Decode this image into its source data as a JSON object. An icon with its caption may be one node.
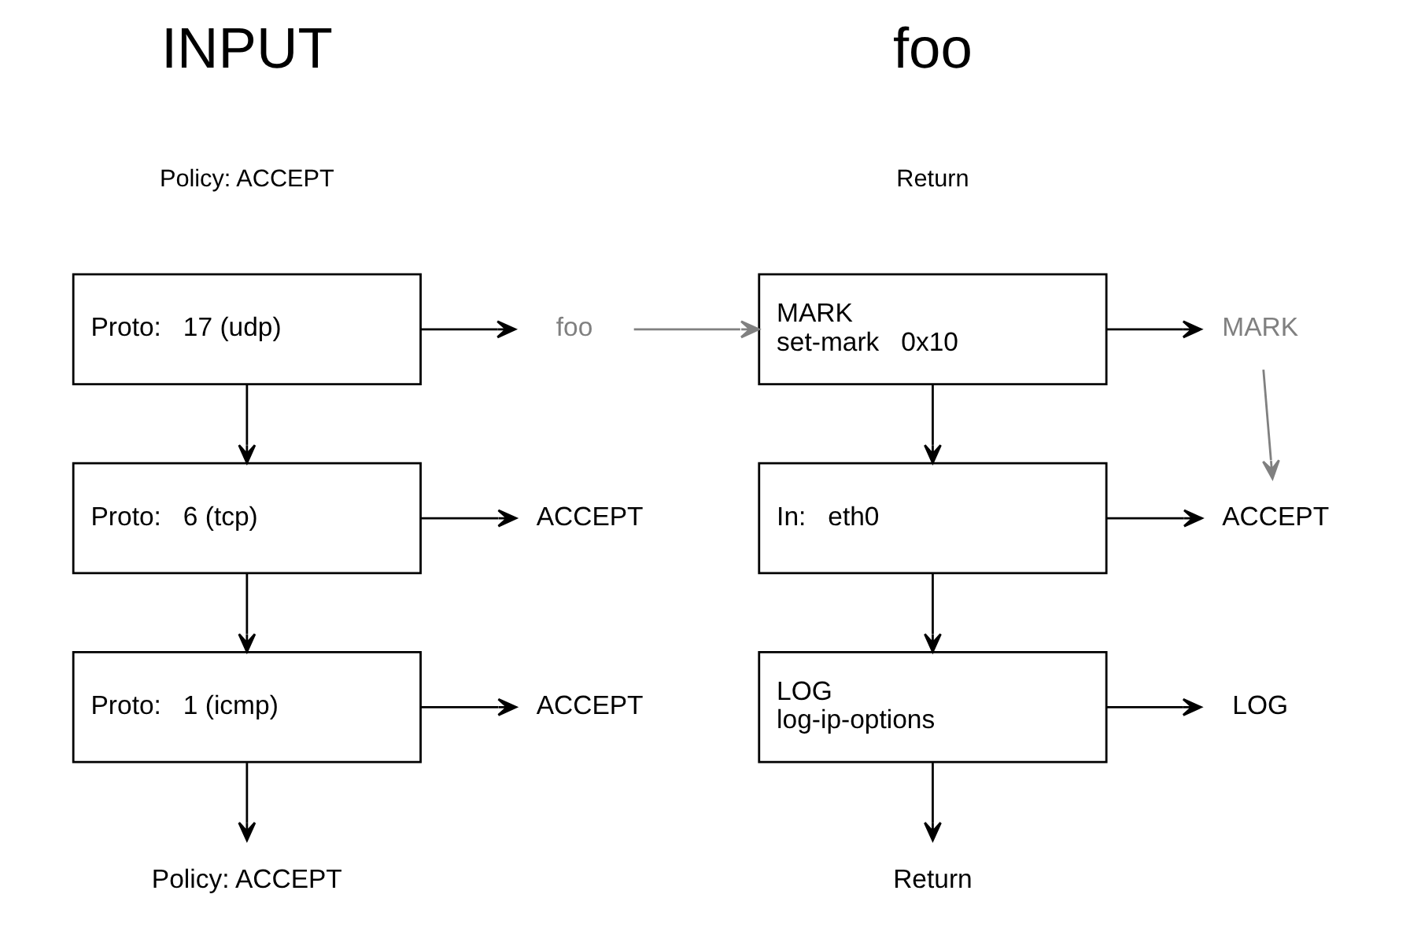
{
  "diagram": {
    "nodes": [
      {
        "text": [
          "Proto:   17 (udp)"
        ]
      },
      {
        "text": [
          "Proto:   6 (tcp)"
        ]
      },
      {
        "text": [
          "Proto:   1 (icmp)"
        ]
      },
      {
        "text": [
          "foo"
        ]
      },
      {
        "text": [
          "ACCEPT"
        ]
      },
      {
        "text": [
          "ACCEPT"
        ]
      },
      {
        "text": [
          "Policy: ACCEPT"
        ]
      },
      {
        "text": [
          "MARK",
          "set-mark   0x10"
        ]
      },
      {
        "text": [
          "In:   eth0"
        ]
      },
      {
        "text": [
          "LOG",
          "log-ip-options"
        ]
      },
      {
        "text": [
          "MARK"
        ]
      },
      {
        "text": [
          "ACCEPT"
        ]
      },
      {
        "text": [
          "LOG"
        ]
      },
      {
        "text": [
          "Return"
        ]
      }
    ],
    "edges": [
      {
        "from": 0,
        "to": 3,
        "arrow": "to"
      },
      {
        "from": 0,
        "to": 1,
        "arrow": "to"
      },
      {
        "from": 1,
        "to": 4,
        "arrow": "to"
      },
      {
        "from": 1,
        "to": 2,
        "arrow": "to"
      },
      {
        "from": 2,
        "to": 5,
        "arrow": "to"
      },
      {
        "from": 2,
        "to": 6,
        "arrow": "to"
      },
      {
        "from": 3,
        "to": 7,
        "arrow": "to",
        "color": "#808080"
      },
      {
        "from": 7,
        "to": 10,
        "arrow": "to"
      },
      {
        "from": 7,
        "to": 8,
        "arrow": "to"
      },
      {
        "from": 10,
        "to": 11,
        "arrow": "to",
        "color": "#808080"
      },
      {
        "from": 8,
        "to": 11,
        "arrow": "to"
      },
      {
        "from": 8,
        "to": 9,
        "arrow": "to"
      },
      {
        "from": 9,
        "to": 12,
        "arrow": "to"
      },
      {
        "from": 9,
        "to": 13,
        "arrow": "to"
      }
    ],
    "labels": [
      "INPUT",
      "Policy: ACCEPT",
      "foo",
      "Return"
    ]
  }
}
